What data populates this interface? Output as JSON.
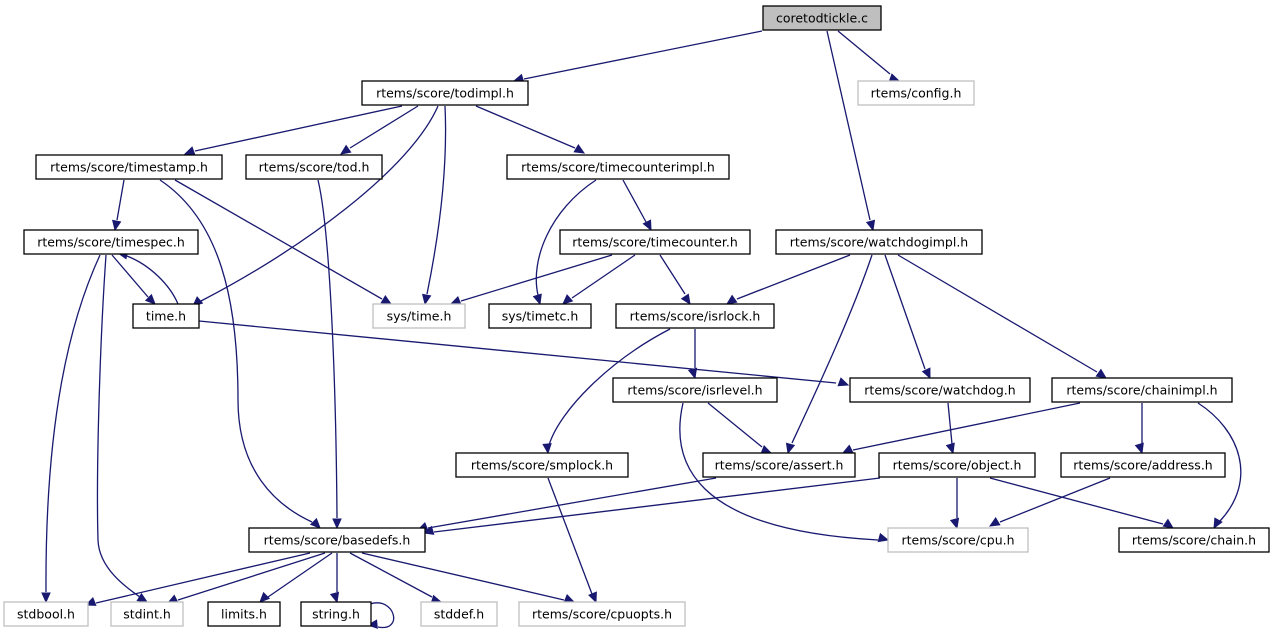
{
  "nodes": [
    {
      "id": "coretodtickle",
      "label": "coretodtickle.c",
      "style": "root"
    },
    {
      "id": "todimpl",
      "label": "rtems/score/todimpl.h",
      "style": "normal"
    },
    {
      "id": "config",
      "label": "rtems/config.h",
      "style": "external"
    },
    {
      "id": "timestamp",
      "label": "rtems/score/timestamp.h",
      "style": "normal"
    },
    {
      "id": "tod",
      "label": "rtems/score/tod.h",
      "style": "normal"
    },
    {
      "id": "timecounterimpl",
      "label": "rtems/score/timecounterimpl.h",
      "style": "normal"
    },
    {
      "id": "timespec",
      "label": "rtems/score/timespec.h",
      "style": "normal"
    },
    {
      "id": "timecounter",
      "label": "rtems/score/timecounter.h",
      "style": "normal"
    },
    {
      "id": "watchdogimpl",
      "label": "rtems/score/watchdogimpl.h",
      "style": "normal"
    },
    {
      "id": "timeh",
      "label": "time.h",
      "style": "normal"
    },
    {
      "id": "systime",
      "label": "sys/time.h",
      "style": "external"
    },
    {
      "id": "systimetc",
      "label": "sys/timetc.h",
      "style": "normal"
    },
    {
      "id": "isrlock",
      "label": "rtems/score/isrlock.h",
      "style": "normal"
    },
    {
      "id": "isrlevel",
      "label": "rtems/score/isrlevel.h",
      "style": "normal"
    },
    {
      "id": "watchdog",
      "label": "rtems/score/watchdog.h",
      "style": "normal"
    },
    {
      "id": "chainimpl",
      "label": "rtems/score/chainimpl.h",
      "style": "normal"
    },
    {
      "id": "smplock",
      "label": "rtems/score/smplock.h",
      "style": "normal"
    },
    {
      "id": "assert",
      "label": "rtems/score/assert.h",
      "style": "normal"
    },
    {
      "id": "object",
      "label": "rtems/score/object.h",
      "style": "normal"
    },
    {
      "id": "address",
      "label": "rtems/score/address.h",
      "style": "normal"
    },
    {
      "id": "basedefs",
      "label": "rtems/score/basedefs.h",
      "style": "normal"
    },
    {
      "id": "cpu",
      "label": "rtems/score/cpu.h",
      "style": "external"
    },
    {
      "id": "chain",
      "label": "rtems/score/chain.h",
      "style": "normal"
    },
    {
      "id": "stdbool",
      "label": "stdbool.h",
      "style": "external"
    },
    {
      "id": "stdint",
      "label": "stdint.h",
      "style": "external"
    },
    {
      "id": "limits",
      "label": "limits.h",
      "style": "normal"
    },
    {
      "id": "string",
      "label": "string.h",
      "style": "normal"
    },
    {
      "id": "stddef",
      "label": "stddef.h",
      "style": "external"
    },
    {
      "id": "cpuopts",
      "label": "rtems/score/cpuopts.h",
      "style": "external"
    }
  ],
  "edges": [
    [
      "coretodtickle",
      "todimpl"
    ],
    [
      "coretodtickle",
      "config"
    ],
    [
      "coretodtickle",
      "watchdogimpl"
    ],
    [
      "todimpl",
      "timestamp"
    ],
    [
      "todimpl",
      "tod"
    ],
    [
      "todimpl",
      "timecounterimpl"
    ],
    [
      "todimpl",
      "timeh"
    ],
    [
      "todimpl",
      "systime"
    ],
    [
      "timestamp",
      "timespec"
    ],
    [
      "timestamp",
      "systime"
    ],
    [
      "timestamp",
      "basedefs"
    ],
    [
      "tod",
      "basedefs"
    ],
    [
      "timecounterimpl",
      "timecounter"
    ],
    [
      "timecounterimpl",
      "systimetc"
    ],
    [
      "timespec",
      "timeh"
    ],
    [
      "timespec",
      "stdbool"
    ],
    [
      "timespec",
      "stdint"
    ],
    [
      "timeh",
      "timespec"
    ],
    [
      "timeh",
      "watchdog"
    ],
    [
      "timecounter",
      "systime"
    ],
    [
      "timecounter",
      "systimetc"
    ],
    [
      "timecounter",
      "isrlock"
    ],
    [
      "watchdogimpl",
      "isrlock"
    ],
    [
      "watchdogimpl",
      "assert"
    ],
    [
      "watchdogimpl",
      "watchdog"
    ],
    [
      "watchdogimpl",
      "chainimpl"
    ],
    [
      "isrlock",
      "isrlevel"
    ],
    [
      "isrlock",
      "smplock"
    ],
    [
      "isrlevel",
      "assert"
    ],
    [
      "isrlevel",
      "cpu"
    ],
    [
      "watchdog",
      "object"
    ],
    [
      "chainimpl",
      "assert"
    ],
    [
      "chainimpl",
      "address"
    ],
    [
      "chainimpl",
      "chain"
    ],
    [
      "smplock",
      "cpuopts"
    ],
    [
      "assert",
      "basedefs"
    ],
    [
      "object",
      "basedefs"
    ],
    [
      "object",
      "cpu"
    ],
    [
      "object",
      "chain"
    ],
    [
      "address",
      "cpu"
    ],
    [
      "basedefs",
      "stdbool"
    ],
    [
      "basedefs",
      "stdint"
    ],
    [
      "basedefs",
      "limits"
    ],
    [
      "basedefs",
      "string"
    ],
    [
      "basedefs",
      "stddef"
    ],
    [
      "basedefs",
      "cpuopts"
    ],
    [
      "string",
      "string"
    ]
  ],
  "colors": {
    "edge": "#191970",
    "root_fill": "#bfbfbf",
    "node_border": "#000000",
    "external_border": "#bfbfbf"
  }
}
